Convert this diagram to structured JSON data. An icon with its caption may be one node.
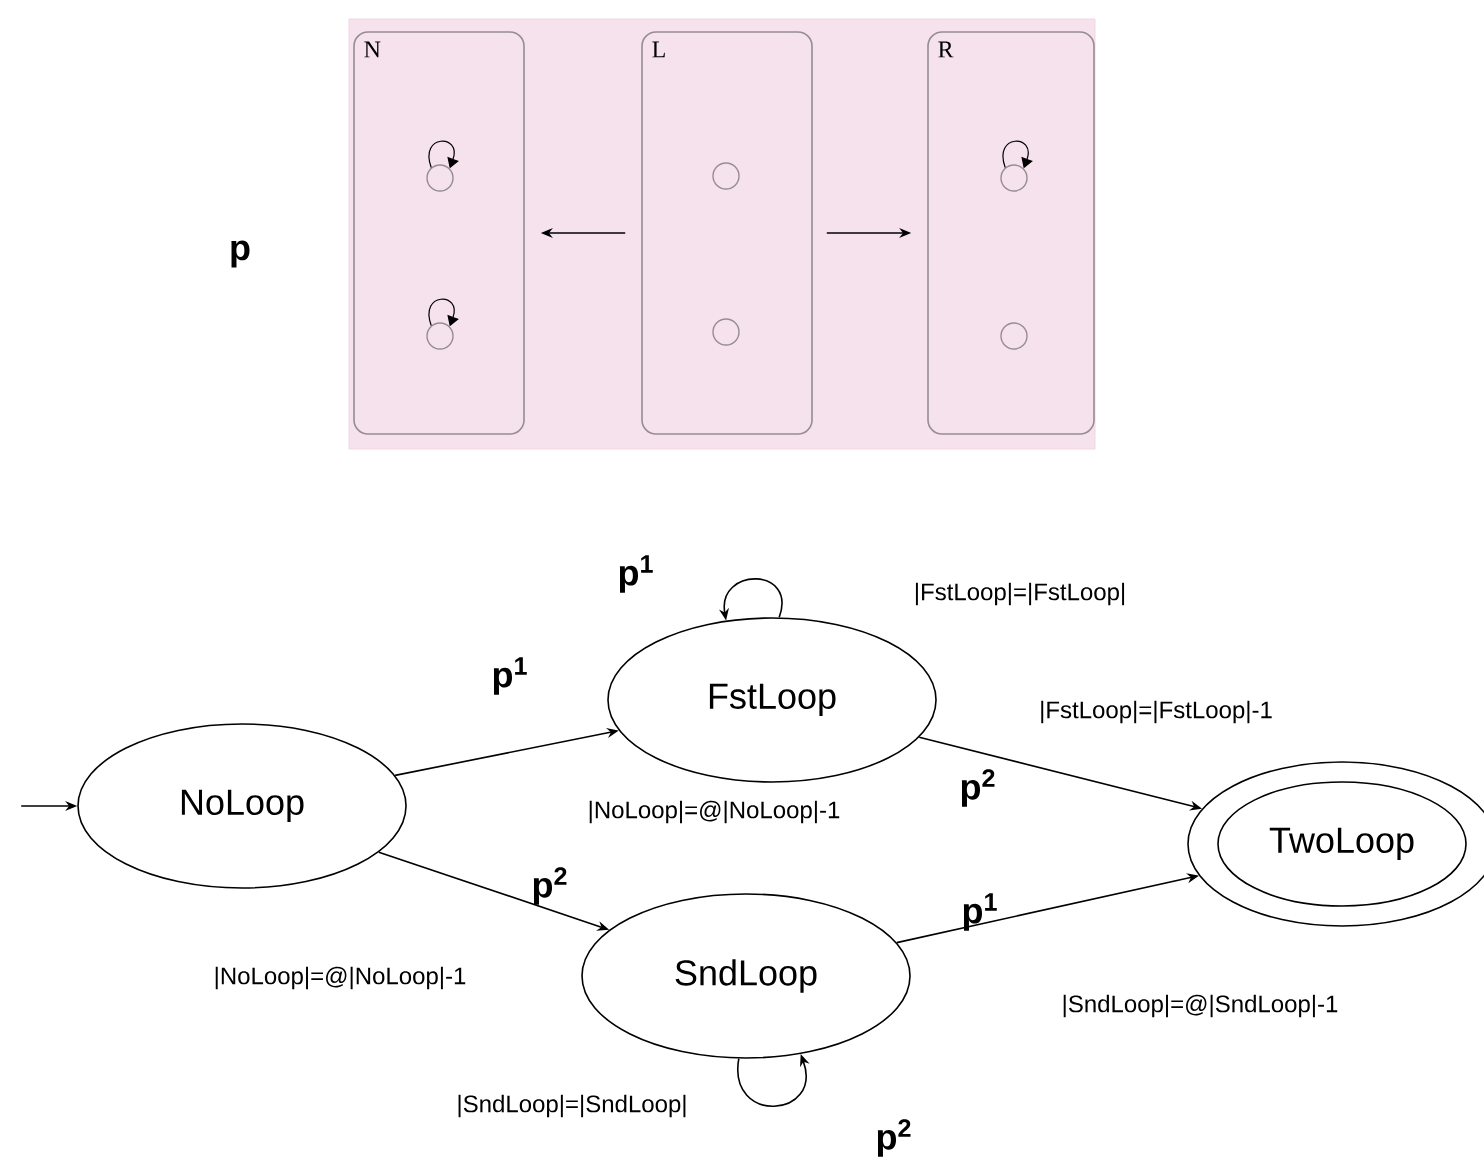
{
  "diagram": {
    "nodes": [
      {
        "text": [],
        "shape": "box"
      },
      {
        "text": [
          "N"
        ],
        "in": 0
      },
      {
        "text": [
          "L"
        ],
        "in": 0
      },
      {
        "text": [
          "R"
        ],
        "in": 0
      },
      {
        "text": [],
        "shape": "circle",
        "in": 1
      },
      {
        "text": [],
        "shape": "circle",
        "in": 1
      },
      {
        "text": [],
        "shape": "circle",
        "in": 2
      },
      {
        "text": [],
        "shape": "circle",
        "in": 2
      },
      {
        "text": [],
        "shape": "circle",
        "in": 3
      },
      {
        "text": [],
        "shape": "circle",
        "in": 3
      },
      {
        "text": [
          "NoLoop"
        ]
      },
      {
        "text": [
          "FstLoop"
        ]
      },
      {
        "text": [
          "SndLoop"
        ]
      },
      {
        "text": [
          "TwoLoop"
        ]
      }
    ],
    "edges": [
      {
        "from": 2,
        "to": 1,
        "arrow": "to"
      },
      {
        "from": 2,
        "to": 3,
        "arrow": "to"
      },
      {
        "from": 4,
        "to": 4,
        "arrow": "to"
      },
      {
        "from": 5,
        "to": 5,
        "arrow": "to"
      },
      {
        "from": 8,
        "to": 8,
        "arrow": "to"
      },
      {
        "from": null,
        "to": 10,
        "arrow": "to"
      },
      {
        "from": 10,
        "to": 11,
        "arrow": "to",
        "label": "p$^{1}$"
      },
      {
        "from": 10,
        "to": 12,
        "arrow": "to",
        "label": "p$^{2}$"
      },
      {
        "from": 11,
        "to": 11,
        "arrow": "to",
        "label": "p$^{1}$"
      },
      {
        "from": 12,
        "to": 12,
        "arrow": "to",
        "label": "p$^{2}$"
      },
      {
        "from": 11,
        "to": 13,
        "arrow": "to",
        "label": "p$^{2}$"
      },
      {
        "from": 12,
        "to": 13,
        "arrow": "to",
        "label": "p$^{1}$"
      }
    ],
    "labels": [
      "p",
      "|FstLoop|=|FstLoop|",
      "|FstLoop|=|FstLoop|-1",
      "|NoLoop|=@|NoLoop|-1",
      "|NoLoop|=@|NoLoop|-1",
      "|SndLoop|=@|SndLoop|-1",
      "|SndLoop|=|SndLoop|"
    ]
  }
}
